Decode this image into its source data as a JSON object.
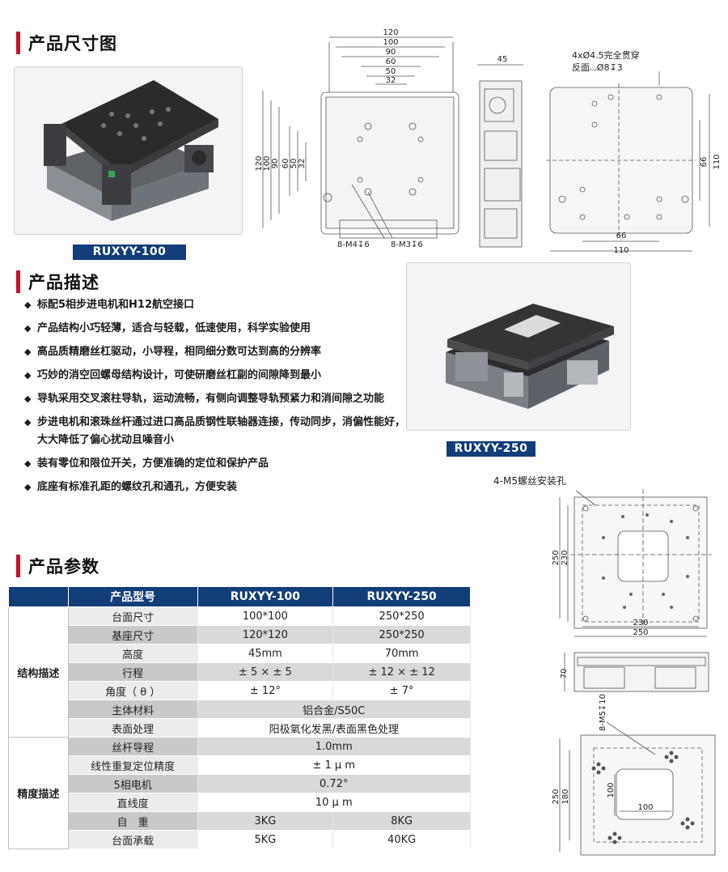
{
  "sections": {
    "dimensions_title": "产品尺寸图",
    "description_title": "产品描述",
    "params_title": "产品参数"
  },
  "models": {
    "small": "RUXYY-100",
    "large": "RUXYY-250"
  },
  "drawing_100": {
    "top_dims": [
      "120",
      "100",
      "90",
      "60",
      "50",
      "32"
    ],
    "left_dims": [
      "120",
      "100",
      "90",
      "60",
      "50",
      "32"
    ],
    "hole_label_1": "8-M4↧6",
    "hole_label_2": "8-M3↧6",
    "side_height": "45",
    "bottom_note_1": "4xØ4.5完全贯穿",
    "bottom_note_2": "反面⌴Ø8↧3",
    "bottom_right_1": "66",
    "bottom_right_2": "110",
    "bottom_width_1": "66",
    "bottom_width_2": "110"
  },
  "drawing_250": {
    "mount_note": "4-M5螺丝安装孔",
    "left_dims": [
      "250",
      "230"
    ],
    "bottom_dims": [
      "230",
      "250"
    ],
    "side_height": "70",
    "hole_note": "8-M5↧10",
    "bottom_left_dims": [
      "250",
      "180"
    ],
    "inner_v": "100",
    "inner_h": "100"
  },
  "description": [
    "标配5相步进电机和H12航空接口",
    "产品结构小巧轻薄，适合与轻载，低速使用，科学实验使用",
    "高品质精磨丝杠驱动，小导程，相同细分数可达到高的分辨率",
    "巧妙的消空回螺母结构设计，可使研磨丝杠副的间隙降到最小",
    "导轨采用交叉滚柱导轨，运动流畅，有侧向调整导轨预紧力和消间隙之功能",
    "步进电机和滚珠丝杆通过进口高品质钢性联轴器连接，传动同步，消偏性能好，大大降低了偏心扰动且噪音小",
    "装有零位和限位开关，方便准确的定位和保护产品",
    "底座有标准孔距的螺纹孔和通孔，方便安装"
  ],
  "table": {
    "header": [
      "产品型号",
      "RUXYY-100",
      "RUXYY-250"
    ],
    "groups": [
      "结构描述",
      "精度描述"
    ],
    "rows": {
      "r1": [
        "台面尺寸",
        "100*100",
        "250*250"
      ],
      "r2": [
        "基座尺寸",
        "120*120",
        "250*250"
      ],
      "r3": [
        "高度",
        "45mm",
        "70mm"
      ],
      "r4": [
        "行程",
        "± 5 × ± 5",
        "± 12 × ± 12"
      ],
      "r5": [
        "角度（ θ ）",
        "± 12°",
        "± 7°"
      ],
      "r6": [
        "主体材料",
        "铝合金/S50C"
      ],
      "r7": [
        "表面处理",
        "阳极氧化发黑/表面黑色处理"
      ],
      "r8": [
        "丝杆导程",
        "1.0mm"
      ],
      "r9": [
        "线性重复定位精度",
        "± 1 μ m"
      ],
      "r10": [
        "5相电机",
        "0.72°"
      ],
      "r11": [
        "直线度",
        "10 μ m"
      ],
      "r12": [
        "自　重",
        "3KG",
        "8KG"
      ],
      "r13": [
        "台面承载",
        "5KG",
        "40KG"
      ]
    }
  }
}
